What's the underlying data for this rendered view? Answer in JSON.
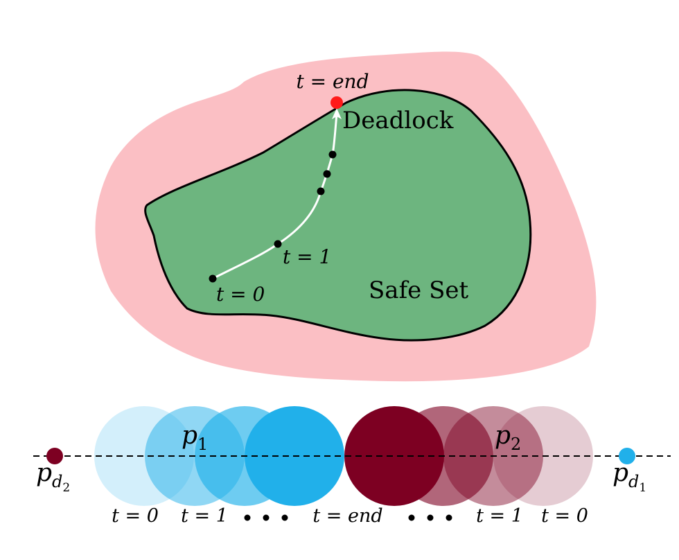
{
  "colors": {
    "unsafe_region": "#fbbfc4",
    "safe_set": "#6db57f",
    "deadlock_point": "#ff1a1a",
    "agent1": "#21b0ea",
    "agent2": "#7d0022"
  },
  "top": {
    "t_end": "t = end",
    "deadlock": "Deadlock",
    "t1": "t = 1",
    "t0": "t = 0",
    "safe_set": "Safe Set"
  },
  "bottom": {
    "p1": "p",
    "p1_sub": "1",
    "p2": "p",
    "p2_sub": "2",
    "pd2": "p",
    "pd2_sub": "d",
    "pd2_subsub": "2",
    "pd1": "p",
    "pd1_sub": "d",
    "pd1_subsub": "1",
    "t0_left": "t = 0",
    "t1_left": "t = 1",
    "t_end": "t = end",
    "t1_right": "t = 1",
    "t0_right": "t = 0"
  }
}
